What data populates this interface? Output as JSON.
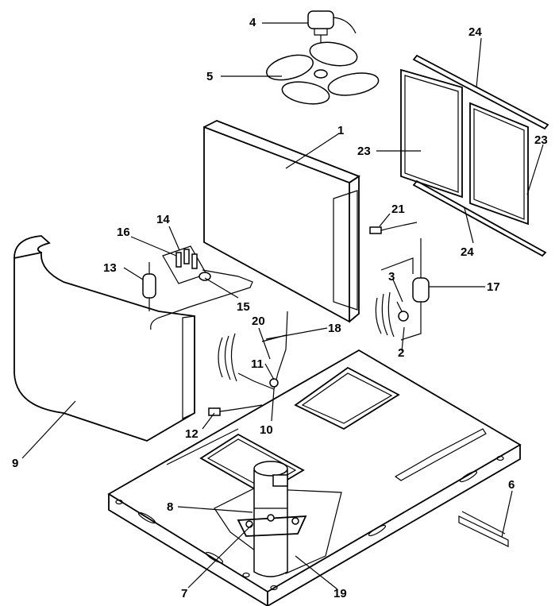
{
  "callouts": [
    {
      "id": "c1",
      "label": "1"
    },
    {
      "id": "c2",
      "label": "2"
    },
    {
      "id": "c3",
      "label": "3"
    },
    {
      "id": "c4",
      "label": "4"
    },
    {
      "id": "c5",
      "label": "5"
    },
    {
      "id": "c6",
      "label": "6"
    },
    {
      "id": "c7",
      "label": "7"
    },
    {
      "id": "c8",
      "label": "8"
    },
    {
      "id": "c9",
      "label": "9"
    },
    {
      "id": "c10",
      "label": "10"
    },
    {
      "id": "c11",
      "label": "11"
    },
    {
      "id": "c12",
      "label": "12"
    },
    {
      "id": "c13",
      "label": "13"
    },
    {
      "id": "c14",
      "label": "14"
    },
    {
      "id": "c15",
      "label": "15"
    },
    {
      "id": "c16",
      "label": "16"
    },
    {
      "id": "c17",
      "label": "17"
    },
    {
      "id": "c18",
      "label": "18"
    },
    {
      "id": "c19",
      "label": "19"
    },
    {
      "id": "c20",
      "label": "20"
    },
    {
      "id": "c21",
      "label": "21"
    },
    {
      "id": "c23a",
      "label": "23"
    },
    {
      "id": "c23b",
      "label": "23"
    },
    {
      "id": "c24a",
      "label": "24"
    },
    {
      "id": "c24b",
      "label": "24"
    }
  ]
}
